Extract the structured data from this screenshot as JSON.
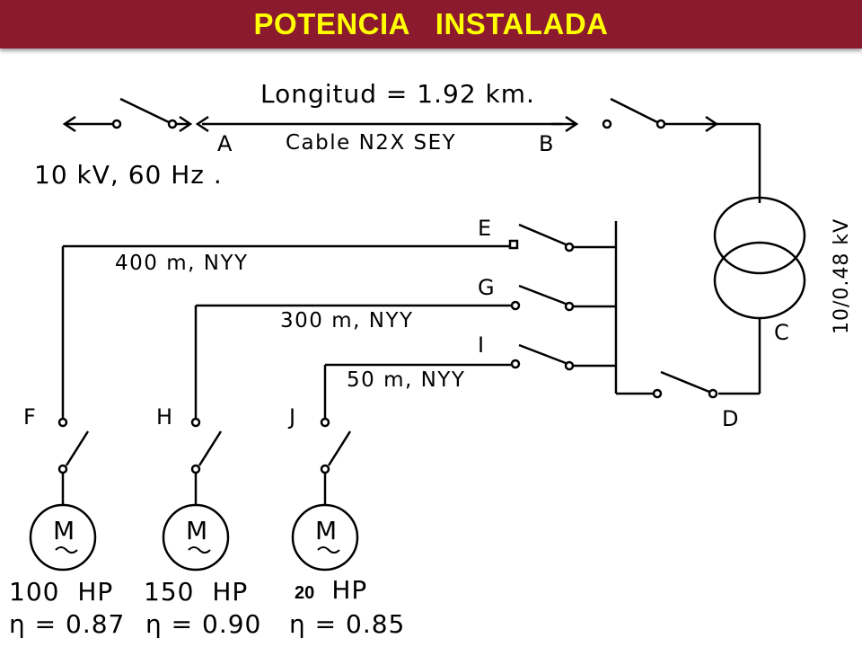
{
  "title": "POTENCIA   INSTALADA",
  "line": {
    "length": "Longitud = 1.92 km.",
    "cable": "Cable N2X SEY",
    "supply": "10 kV, 60 Hz ."
  },
  "transformer": {
    "rating": "10/0.48 kV"
  },
  "nodes": {
    "A": "A",
    "B": "B",
    "C": "C",
    "D": "D",
    "E": "E",
    "F": "F",
    "G": "G",
    "H": "H",
    "I": "I",
    "J": "J"
  },
  "feeders": [
    {
      "label": "400 m, NYY"
    },
    {
      "label": "300 m, NYY"
    },
    {
      "label": "50 m, NYY"
    }
  ],
  "motors": [
    {
      "symbol": "M",
      "power_value": "100",
      "power_unit": "HP",
      "eff": "η = 0.87"
    },
    {
      "symbol": "M",
      "power_value": "150",
      "power_unit": "HP",
      "eff": "η = 0.90"
    },
    {
      "symbol": "M",
      "power_value": "20",
      "power_unit": "HP",
      "eff": "η = 0.85"
    }
  ]
}
